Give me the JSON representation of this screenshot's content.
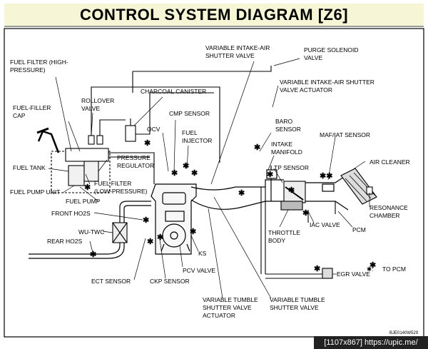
{
  "title": "CONTROL SYSTEM DIAGRAM [Z6]",
  "labels": {
    "fuel_filter_high": [
      "FUEL FILTER (HIGH-",
      "PRESSURE)"
    ],
    "fuel_filler_cap": [
      "FUEL-FILLER",
      "CAP"
    ],
    "rollover_valve": [
      "ROLLOVER",
      "VALVE"
    ],
    "charcoal_canister": "CHARCOAL CANISTER",
    "cmp_sensor": "CMP SENSOR",
    "ocv": "OCV",
    "fuel_injector": [
      "FUEL",
      "INJECTOR"
    ],
    "var_intake_shutter_valve": [
      "VARIABLE INTAKE-AIR",
      "SHUTTER VALVE"
    ],
    "purge_solenoid": [
      "PURGE SOLENOID",
      "VALVE"
    ],
    "var_intake_actuator": [
      "VARIABLE INTAKE-AIR SHUTTER",
      "VALVE ACTUATOR"
    ],
    "baro_sensor": [
      "BARO",
      "SENSOR"
    ],
    "intake_manifold": [
      "INTAKE",
      "MANIFOLD"
    ],
    "maf_iat": "MAF/IAT SENSOR",
    "air_cleaner": "AIR CLEANER",
    "tp_sensor": "TP SENSOR",
    "resonance_chamber": [
      "RESONANCE",
      "CHAMBER"
    ],
    "pcm": "PCM",
    "iac_valve": "IAC VALVE",
    "throttle_body": [
      "THROTTLE",
      "BODY"
    ],
    "fuel_tank": "FUEL TANK",
    "pressure_regulator": [
      "PRESSURE",
      "REGULATOR"
    ],
    "fuel_filter_low": [
      "FUEL FILTER",
      "(LOW-PRESSURE)"
    ],
    "fuel_pump_unit": "FUEL PUMP UNIT",
    "fuel_pump": "FUEL PUMP",
    "front_ho2s": "FRONT HO2S",
    "wu_twc": "WU-TWC",
    "rear_ho2s": "REAR HO2S",
    "ks": "KS",
    "ect_sensor": "ECT SENSOR",
    "ckp_sensor": "CKP SENSOR",
    "pcv_valve": "PCV VALVE",
    "egr_valve": "EGR VALVE",
    "to_pcm": "TO PCM",
    "var_tumble_actuator": [
      "VARIABLE TUMBLE",
      "SHUTTER VALVE",
      "ACTUATOR"
    ],
    "var_tumble_valve": [
      "VARIABLE TUMBLE",
      "SHUTTER VALVE"
    ],
    "figure_code": "BJE0140W529"
  },
  "legend_symbol": "✱:",
  "watermark": "[1107x867] https://upic.me/"
}
